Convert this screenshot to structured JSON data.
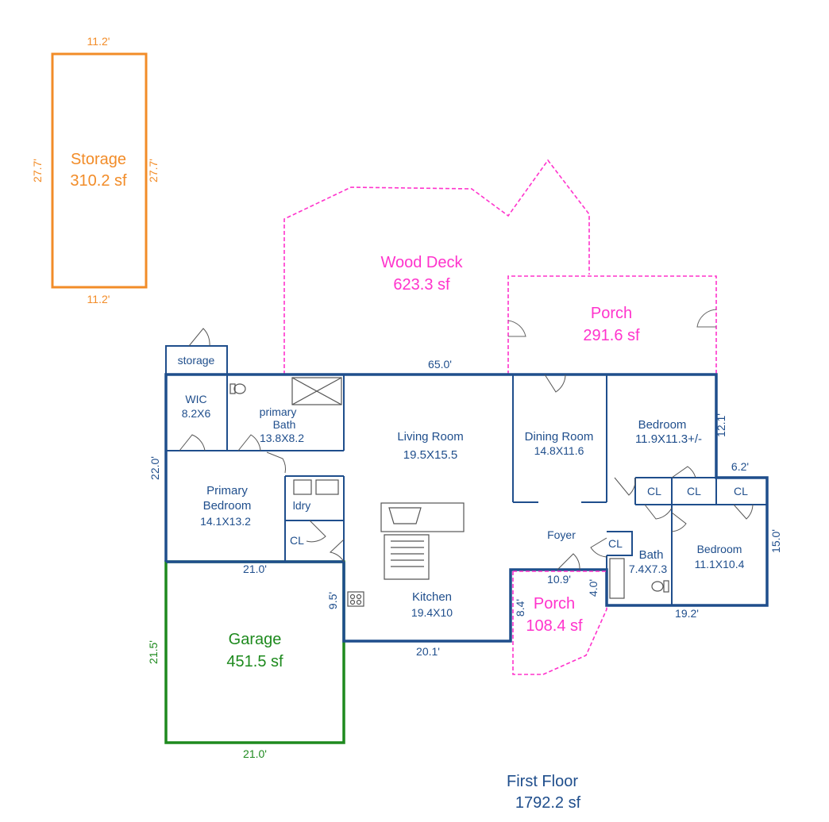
{
  "colors": {
    "wall": "#1f4e8c",
    "garage": "#1e8a1e",
    "storage": "#f28c28",
    "deck": "#ff33cc",
    "fixture": "#555555"
  },
  "storage_building": {
    "label": "Storage",
    "area": "310.2 sf",
    "dim_top": "11.2'",
    "dim_bottom": "11.2'",
    "dim_left": "27.7'",
    "dim_right": "27.7'"
  },
  "wood_deck": {
    "label": "Wood Deck",
    "area": "623.3 sf"
  },
  "back_porch": {
    "label": "Porch",
    "area": "291.6 sf"
  },
  "front_porch": {
    "label": "Porch",
    "area": "108.4 sf",
    "dim_side": "8.4'"
  },
  "garage": {
    "label": "Garage",
    "area": "451.5 sf",
    "dim_top": "21.0'",
    "dim_bottom": "21.0'",
    "dim_left": "21.5'"
  },
  "rooms": {
    "storage": "storage",
    "wic": {
      "name": "WIC",
      "size": "8.2X6"
    },
    "primary_bath": {
      "name1": "primary",
      "name2": "Bath",
      "size": "13.8X8.2"
    },
    "living_room": {
      "name": "Living Room",
      "size": "19.5X15.5"
    },
    "dining_room": {
      "name": "Dining Room",
      "size": "14.8X11.6"
    },
    "bedroom_ne": {
      "name": "Bedroom",
      "size": "11.9X11.3+/-"
    },
    "primary_bedroom": {
      "name1": "Primary",
      "name2": "Bedroom",
      "size": "14.1X13.2"
    },
    "ldry": "ldry",
    "cl_primary": "CL",
    "cl_a": "CL",
    "cl_b": "CL",
    "cl_c": "CL",
    "cl_bath": "CL",
    "foyer": "Foyer",
    "bath": {
      "name": "Bath",
      "size": "7.4X7.3"
    },
    "bedroom_se": {
      "name": "Bedroom",
      "size": "11.1X10.4"
    },
    "kitchen": {
      "name": "Kitchen",
      "size": "19.4X10"
    }
  },
  "dimensions": {
    "top_wall": "65.0'",
    "left_wall": "22.0'",
    "right_upper": "12.1'",
    "step": "6.2'",
    "right_lower": "15.0'",
    "bottom_right": "19.2'",
    "bottom_kitchen": "20.1'",
    "kitchen_left": "9.5'",
    "foyer_width": "10.9'",
    "foyer_depth": "4.0'"
  },
  "floor_summary": {
    "label": "First Floor",
    "area": "1792.2 sf"
  }
}
